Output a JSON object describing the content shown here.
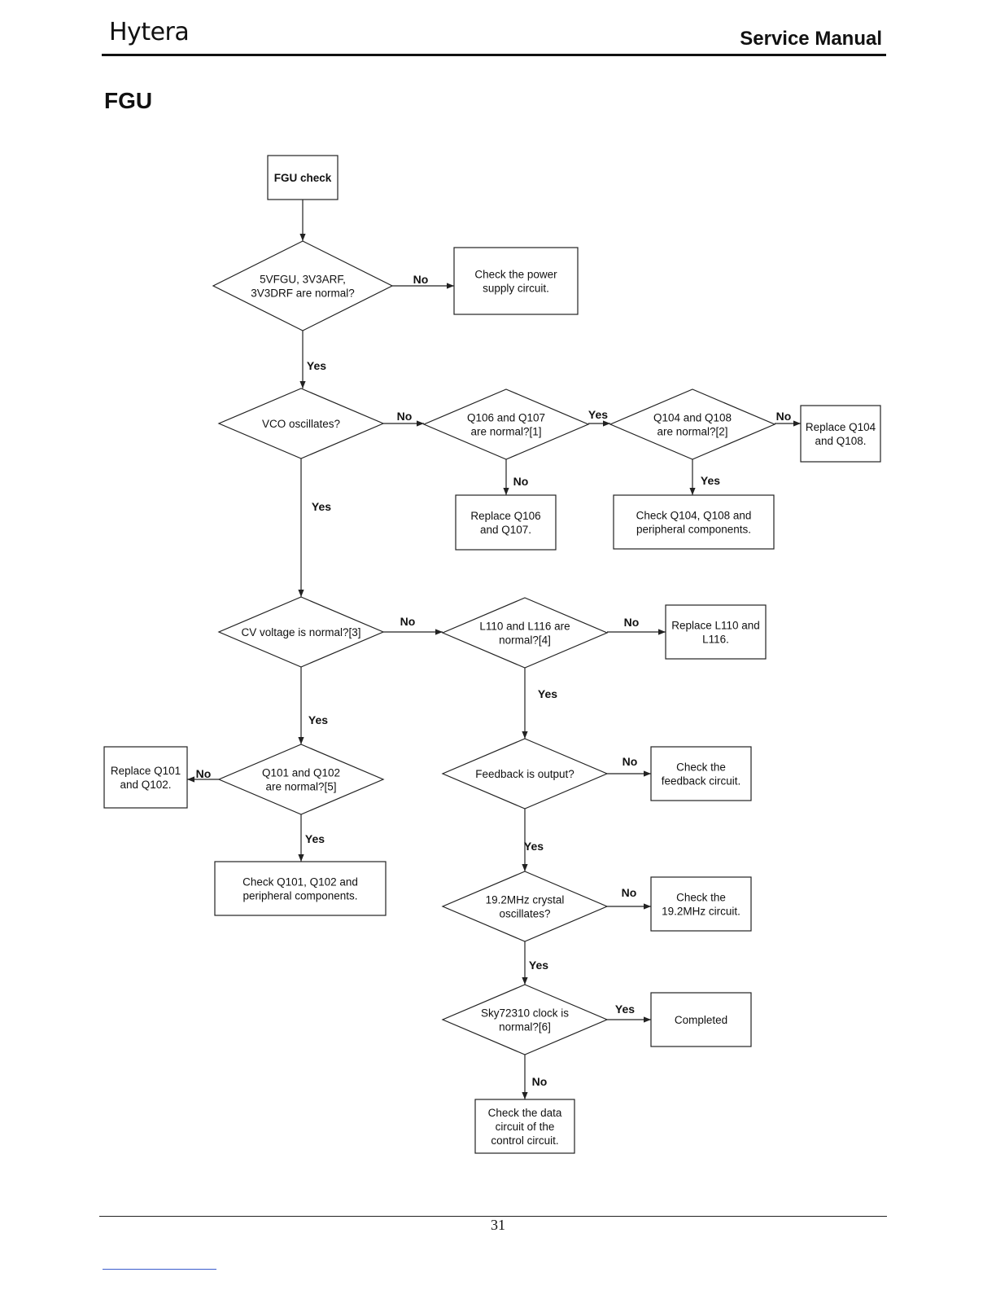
{
  "header": {
    "brand": "Hytera",
    "manual": "Service Manual"
  },
  "section_title": "FGU",
  "colors": {
    "line": "#222222",
    "text": "#111111"
  },
  "nodes": [
    {
      "id": "start",
      "shape": "box",
      "lines": [
        "FGU check"
      ]
    },
    {
      "id": "d1",
      "shape": "diamond",
      "lines": [
        "5VFGU, 3V3ARF,",
        "3V3DRF  are normal?"
      ]
    },
    {
      "id": "b_pow",
      "shape": "box",
      "lines": [
        "Check the power",
        "supply circuit."
      ]
    },
    {
      "id": "d2",
      "shape": "diamond",
      "lines": [
        "VCO oscillates?"
      ]
    },
    {
      "id": "d3",
      "shape": "diamond",
      "lines": [
        "Q106 and Q107",
        "are normal?[1]"
      ]
    },
    {
      "id": "d4",
      "shape": "diamond",
      "lines": [
        "Q104 and Q108",
        "are normal?[2]"
      ]
    },
    {
      "id": "b_r104",
      "shape": "box",
      "lines": [
        "Replace Q104",
        "and Q108."
      ]
    },
    {
      "id": "b_r106",
      "shape": "box",
      "lines": [
        "Replace Q106",
        "and Q107."
      ]
    },
    {
      "id": "b_c104",
      "shape": "box",
      "lines": [
        "Check Q104, Q108 and",
        "peripheral components."
      ]
    },
    {
      "id": "d5",
      "shape": "diamond",
      "lines": [
        "CV voltage  is normal?[3]"
      ]
    },
    {
      "id": "d6",
      "shape": "diamond",
      "lines": [
        "L110 and L116 are",
        "normal?[4]"
      ]
    },
    {
      "id": "b_l110",
      "shape": "box",
      "lines": [
        "Replace L110 and",
        "L116."
      ]
    },
    {
      "id": "d7",
      "shape": "diamond",
      "lines": [
        "Q101 and Q102",
        "are normal?[5]"
      ]
    },
    {
      "id": "b_r101",
      "shape": "box",
      "lines": [
        "Replace Q101",
        "and Q102."
      ]
    },
    {
      "id": "b_c101",
      "shape": "box",
      "lines": [
        "Check Q101, Q102 and",
        "peripheral components."
      ]
    },
    {
      "id": "d8",
      "shape": "diamond",
      "lines": [
        "Feedback is output?"
      ]
    },
    {
      "id": "b_fb",
      "shape": "box",
      "lines": [
        "Check the",
        "feedback circuit."
      ]
    },
    {
      "id": "d9",
      "shape": "diamond",
      "lines": [
        "19.2MHz crystal",
        "oscillates?"
      ]
    },
    {
      "id": "b_192",
      "shape": "box",
      "lines": [
        "Check the",
        "19.2MHz circuit."
      ]
    },
    {
      "id": "d10",
      "shape": "diamond",
      "lines": [
        "Sky72310 clock is",
        "normal?[6]"
      ]
    },
    {
      "id": "b_done",
      "shape": "box",
      "lines": [
        "Completed"
      ]
    },
    {
      "id": "b_data",
      "shape": "box",
      "lines": [
        "Check the data",
        "circuit of the",
        "control circuit."
      ]
    }
  ],
  "edges": [
    {
      "from": "start",
      "to": "d1",
      "label": ""
    },
    {
      "from": "d1",
      "to": "b_pow",
      "label": "No"
    },
    {
      "from": "d1",
      "to": "d2",
      "label": "Yes"
    },
    {
      "from": "d2",
      "to": "d3",
      "label": "No"
    },
    {
      "from": "d3",
      "to": "d4",
      "label": "Yes"
    },
    {
      "from": "d4",
      "to": "b_r104",
      "label": "No"
    },
    {
      "from": "d3",
      "to": "b_r106",
      "label": "No"
    },
    {
      "from": "d4",
      "to": "b_c104",
      "label": "Yes"
    },
    {
      "from": "d2",
      "to": "d5",
      "label": "Yes"
    },
    {
      "from": "d5",
      "to": "d6",
      "label": "No"
    },
    {
      "from": "d6",
      "to": "b_l110",
      "label": "No"
    },
    {
      "from": "d5",
      "to": "d7",
      "label": "Yes"
    },
    {
      "from": "d7",
      "to": "b_r101",
      "label": "No"
    },
    {
      "from": "d7",
      "to": "b_c101",
      "label": "Yes"
    },
    {
      "from": "d6",
      "to": "d8",
      "label": "Yes"
    },
    {
      "from": "d8",
      "to": "b_fb",
      "label": "No"
    },
    {
      "from": "d8",
      "to": "d9",
      "label": "Yes"
    },
    {
      "from": "d9",
      "to": "b_192",
      "label": "No"
    },
    {
      "from": "d9",
      "to": "d10",
      "label": "Yes"
    },
    {
      "from": "d10",
      "to": "b_done",
      "label": "Yes"
    },
    {
      "from": "d10",
      "to": "b_data",
      "label": "No"
    }
  ],
  "footer": {
    "page_number": "31"
  }
}
